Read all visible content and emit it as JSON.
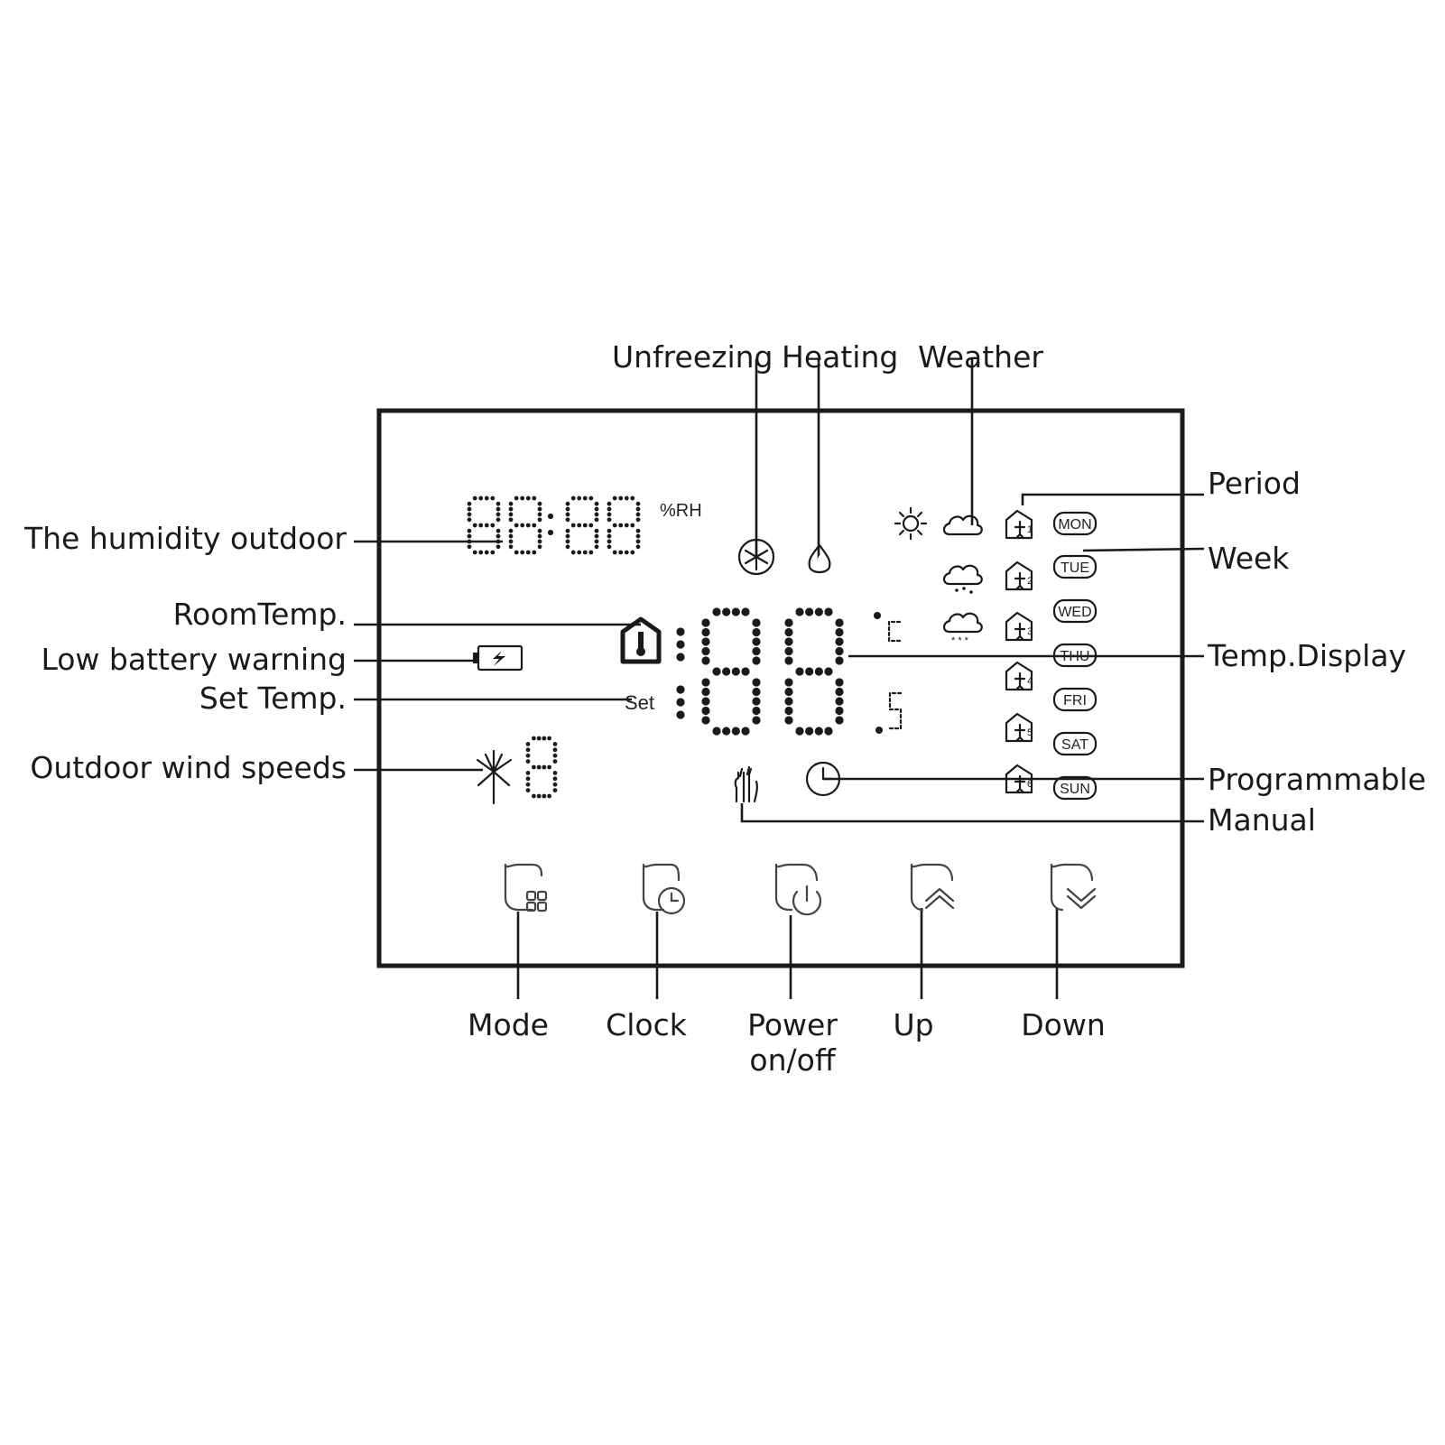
{
  "top_labels": {
    "unfreezing": "Unfreezing",
    "heating": "Heating",
    "weather": "Weather"
  },
  "left_labels": {
    "humidity": "The humidity outdoor",
    "room_temp": "RoomTemp.",
    "low_battery": "Low battery warning",
    "set_temp": "Set Temp.",
    "wind_speed": "Outdoor wind speeds"
  },
  "right_labels": {
    "period": "Period",
    "week": "Week",
    "temp_display": "Temp.Display",
    "programmable": "Programmable",
    "manual": "Manual"
  },
  "buttons": [
    {
      "label": "Mode",
      "icon": "grid-icon"
    },
    {
      "label": "Clock",
      "icon": "clock-icon"
    },
    {
      "label": "Power",
      "label2": "on/off",
      "icon": "power-icon"
    },
    {
      "label": "Up",
      "icon": "chevron-up-icon"
    },
    {
      "label": "Down",
      "icon": "chevron-down-icon"
    }
  ],
  "screen": {
    "humidity_unit": "%RH",
    "set_text": "Set",
    "days": [
      "MON",
      "TUE",
      "WED",
      "THU",
      "FRI",
      "SAT",
      "SUN"
    ],
    "period_numbers": [
      "1",
      "2",
      "3",
      "4",
      "5",
      "6"
    ]
  }
}
